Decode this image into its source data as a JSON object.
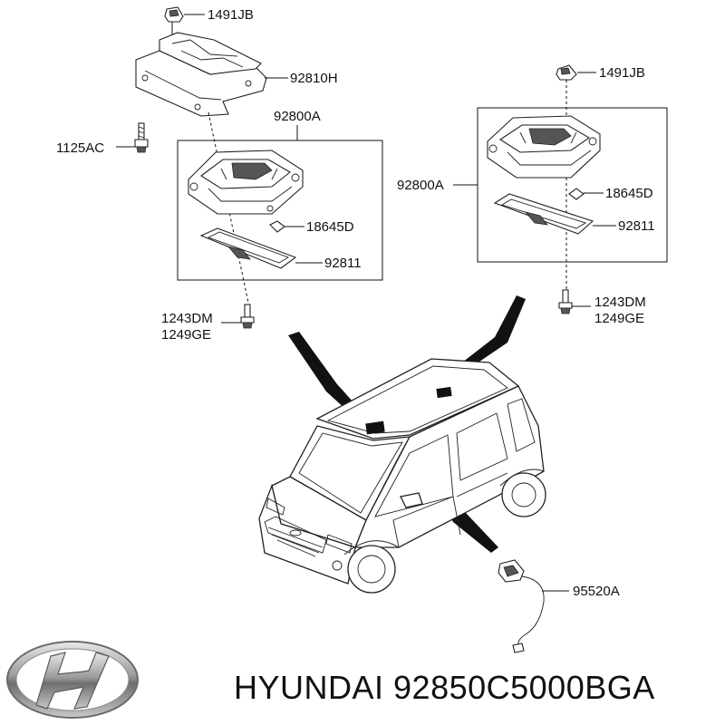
{
  "callouts": {
    "clip_left": "1491JB",
    "bracket": "92810H",
    "assembly_left": "92800A",
    "bolt_left": "1125AC",
    "bulb_left": "18645D",
    "lens_left": "92811",
    "screw_left_1": "1243DM",
    "screw_left_2": "1249GE",
    "clip_right": "1491JB",
    "assembly_right": "92800A",
    "bulb_right": "18645D",
    "lens_right": "92811",
    "screw_right_1": "1243DM",
    "screw_right_2": "1249GE",
    "sensor": "95520A"
  },
  "footer": {
    "brand_text": "HYUNDAI 92850C5000BGA"
  },
  "logo": {
    "icon": "hyundai-logo-icon"
  },
  "colors": {
    "line": "#111111",
    "fill_dark": "#555555",
    "background": "#ffffff"
  }
}
